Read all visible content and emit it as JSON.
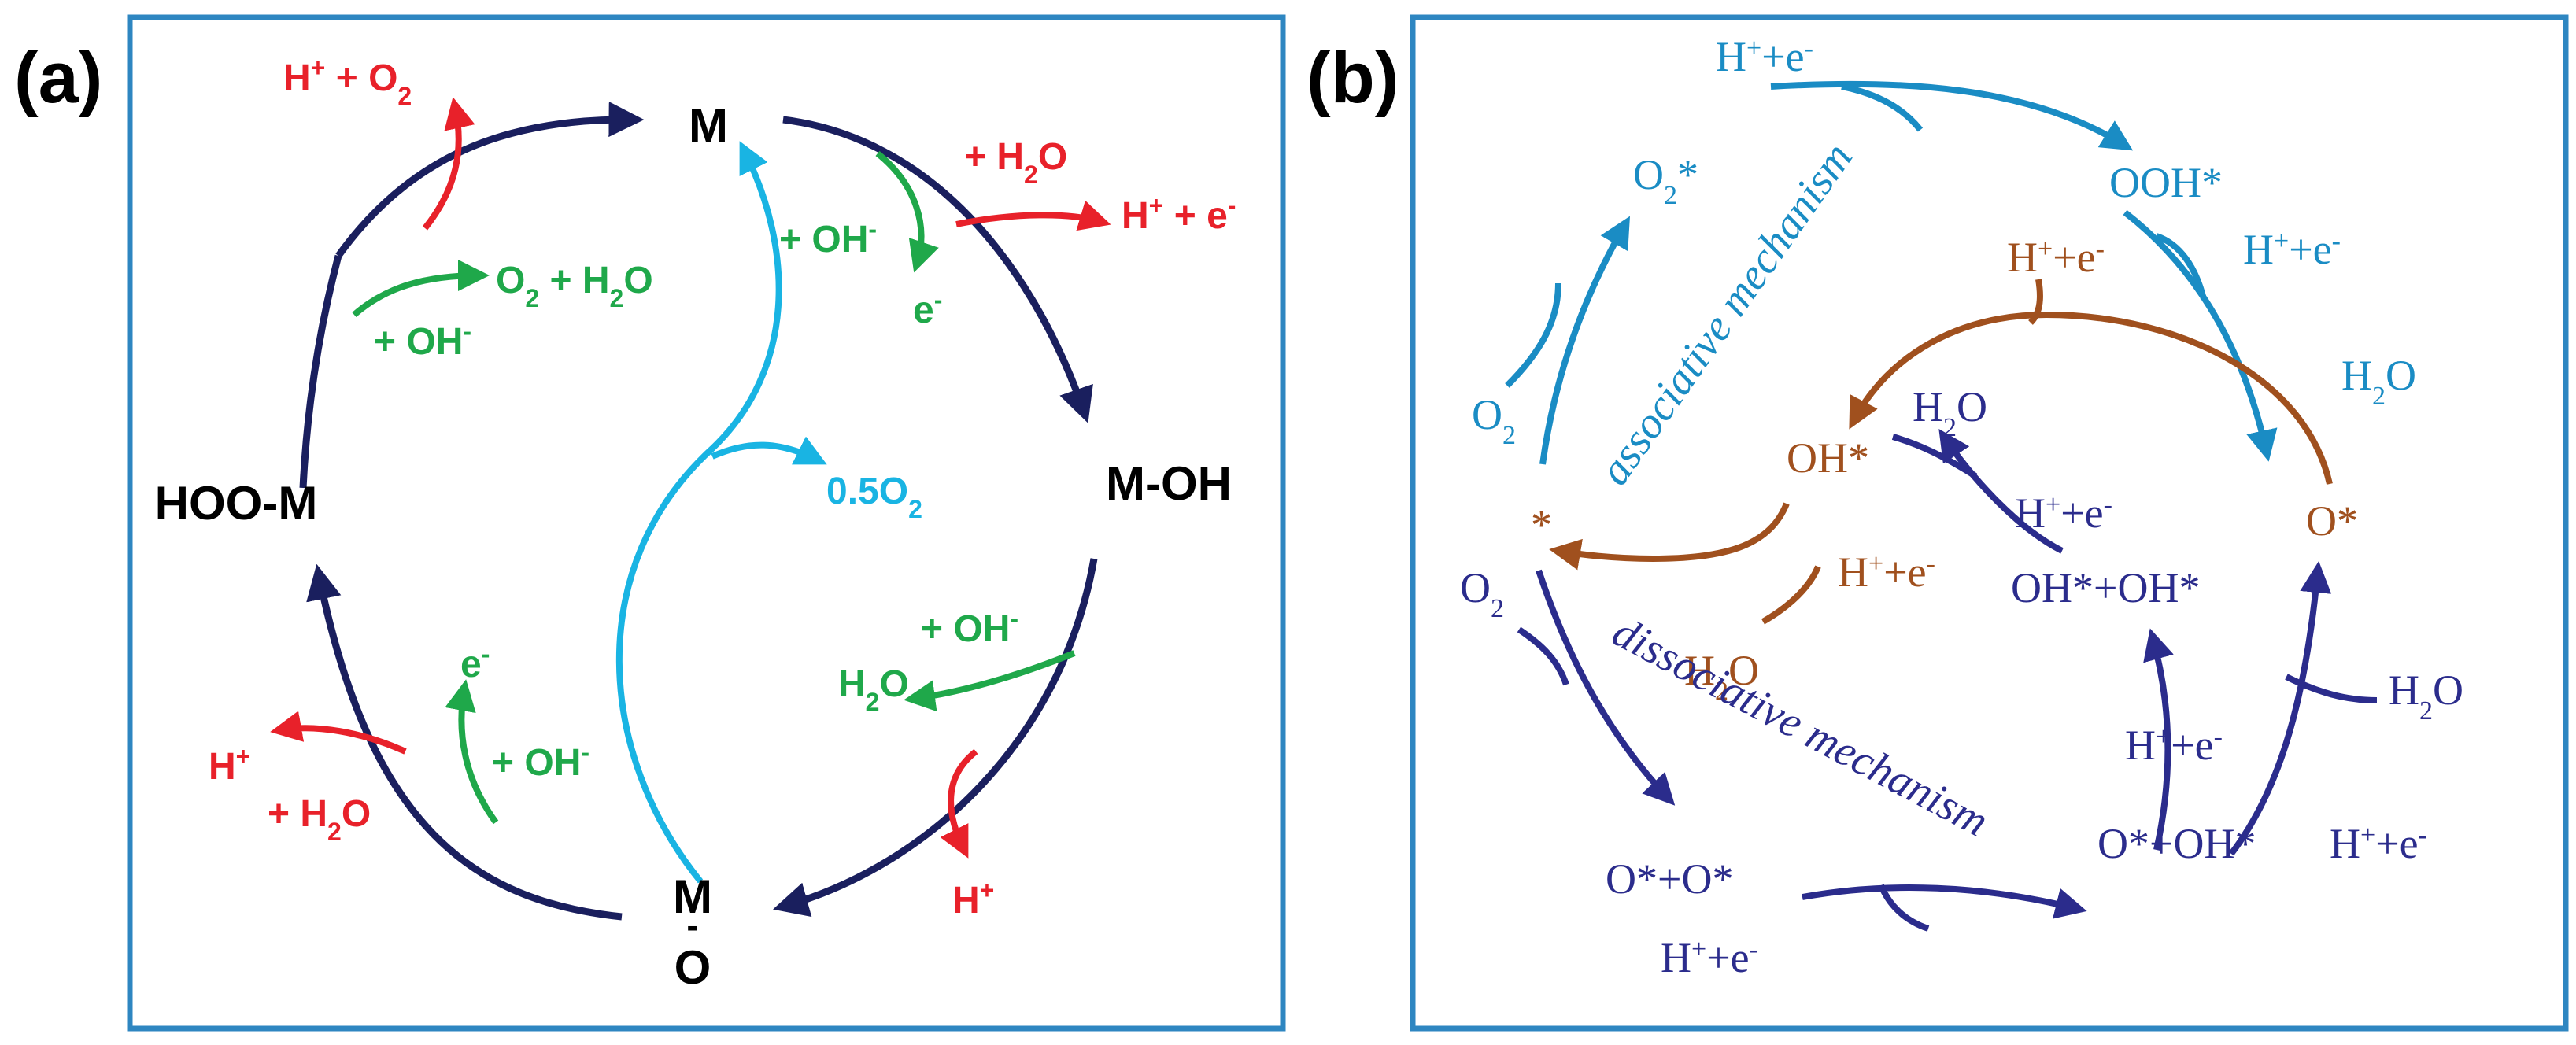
{
  "colors": {
    "navy": "#1a1f5e",
    "red": "#e8212a",
    "green": "#1fa84a",
    "cyan": "#19b4e3",
    "teal": "#1a8cc4",
    "brown": "#a0501e",
    "indigo": "#2b2c8c",
    "frame": "#2e86c1"
  },
  "panel_a": {
    "label": "(a)",
    "species": {
      "m": "M",
      "m_oh": "M-OH",
      "m_o_top": "M",
      "m_o_dash": "-",
      "m_o_bottom": "O",
      "hoo_m": "HOO-M"
    },
    "annotations": {
      "h_o2": {
        "a": "H",
        "sup": "+",
        "b": " + O",
        "sub": "2"
      },
      "o2_h2o": {
        "a": "O",
        "sub": "2",
        "b": " + H",
        "sub2": "2",
        "c": "O"
      },
      "plus_oh_tl": {
        "a": "+ OH",
        "sup": "-"
      },
      "plus_h2o_tr": {
        "a": "+ H",
        "sub": "2",
        "b": "O"
      },
      "h_e_tr": {
        "a": "H",
        "sup": "+",
        "b": " + e",
        "sup2": "-"
      },
      "plus_oh_center": {
        "a": "+ OH",
        "sup": "-"
      },
      "e_center": {
        "a": "e",
        "sup": "-"
      },
      "half_o2": {
        "a": "0.5O",
        "sub": "2"
      },
      "plus_oh_br": {
        "a": "+ OH",
        "sup": "-"
      },
      "h2o_br": {
        "a": "H",
        "sub": "2",
        "b": "O"
      },
      "h_bottom": {
        "a": "H",
        "sup": "+"
      },
      "h_bl": {
        "a": "H",
        "sup": "+"
      },
      "plus_h2o_bl": {
        "a": "+ H",
        "sub": "2",
        "b": "O"
      },
      "e_bl": {
        "a": "e",
        "sup": "-"
      },
      "plus_oh_bl": {
        "a": "+ OH",
        "sup": "-"
      }
    }
  },
  "panel_b": {
    "label": "(b)",
    "labels": {
      "top_he": {
        "a": "H",
        "sup": "+",
        "b": "+e",
        "sup2": "-"
      },
      "o2_star": {
        "a": "O",
        "sub": "2",
        "b": "*"
      },
      "ooh_star": "OOH*",
      "he_right": {
        "a": "H",
        "sup": "+",
        "b": "+e",
        "sup2": "-"
      },
      "h2o_right": {
        "a": "H",
        "sub": "2",
        "b": "O"
      },
      "brown_he_top": {
        "a": "H",
        "sup": "+",
        "b": "+e",
        "sup2": "-"
      },
      "o2_left": {
        "a": "O",
        "sub": "2"
      },
      "oh_star": "OH*",
      "h2o_mid": {
        "a": "H",
        "sub": "2",
        "b": "O"
      },
      "he_mid": {
        "a": "H",
        "sup": "+",
        "b": "+e",
        "sup2": "-"
      },
      "o_star_right": "O*",
      "star": "*",
      "brown_he_mid": {
        "a": "H",
        "sup": "+",
        "b": "+e",
        "sup2": "-"
      },
      "oh_oh": "OH*+OH*",
      "o2_left2": {
        "a": "O",
        "sub": "2"
      },
      "brown_h2o": {
        "a": "H",
        "sub": "2",
        "b": "O"
      },
      "h2o_lower_right": {
        "a": "H",
        "sub": "2",
        "b": "O"
      },
      "he_lower_mid": {
        "a": "H",
        "sup": "+",
        "b": "+e",
        "sup2": "-"
      },
      "he_lower_right": {
        "a": "H",
        "sup": "+",
        "b": "+e",
        "sup2": "-"
      },
      "o_o": "O*+O*",
      "o_oh": "O*+OH*",
      "he_bottom": {
        "a": "H",
        "sup": "+",
        "b": "+e",
        "sup2": "-"
      }
    },
    "mechanisms": {
      "associative": "associative mechanism",
      "dissociative": "dissociative mechanism"
    }
  }
}
